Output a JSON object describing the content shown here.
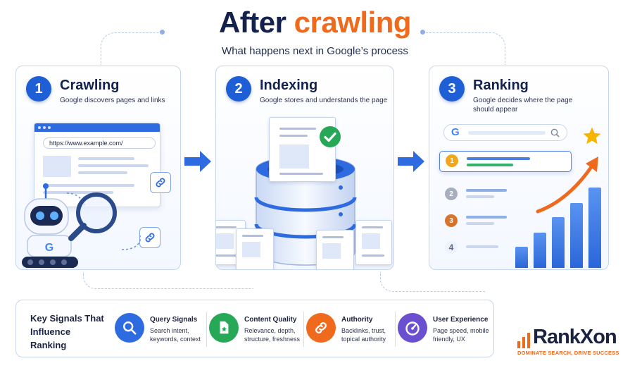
{
  "header": {
    "title_main": "After",
    "title_accent": "crawling",
    "subtitle": "What happens next in Google’s process"
  },
  "colors": {
    "navy": "#13224d",
    "orange": "#f06a1e",
    "blue": "#1f5fd6",
    "green": "#27a857",
    "purple": "#6a4fd0"
  },
  "steps": [
    {
      "number": "1",
      "title": "Crawling",
      "description": "Google discovers pages and links",
      "url": "https://www.example.com/",
      "icons": [
        "browser-icon",
        "robot-icon",
        "magnifier-icon",
        "link-icon",
        "google-g-icon"
      ]
    },
    {
      "number": "2",
      "title": "Indexing",
      "description": "Google stores and understands the page",
      "icons": [
        "database-icon",
        "document-icon",
        "checkmark-icon"
      ]
    },
    {
      "number": "3",
      "title": "Ranking",
      "description": "Google decides where the page should appear",
      "ranks": [
        "1",
        "2",
        "3",
        "4"
      ],
      "icons": [
        "google-g-icon",
        "search-icon",
        "medal-icon",
        "star-icon",
        "trend-arrow-icon",
        "bar-chart-icon"
      ]
    }
  ],
  "signals": {
    "heading": "Key Signals That Influence Ranking",
    "items": [
      {
        "title": "Query Signals",
        "description": "Search intent, keywords, context",
        "icon": "search-icon",
        "color": "#2f6be0"
      },
      {
        "title": "Content Quality",
        "description": "Relevance, depth, structure, freshness",
        "icon": "document-star-icon",
        "color": "#27a857"
      },
      {
        "title": "Authority",
        "description": "Backlinks, trust, topical authority",
        "icon": "link-icon",
        "color": "#f06a1e"
      },
      {
        "title": "User Experience",
        "description": "Page speed, mobile friendly, UX",
        "icon": "speedometer-icon",
        "color": "#6a4fd0"
      }
    ]
  },
  "brand": {
    "name": "RankXon",
    "tagline": "DOMINATE SEARCH, DRIVE SUCCESS"
  }
}
